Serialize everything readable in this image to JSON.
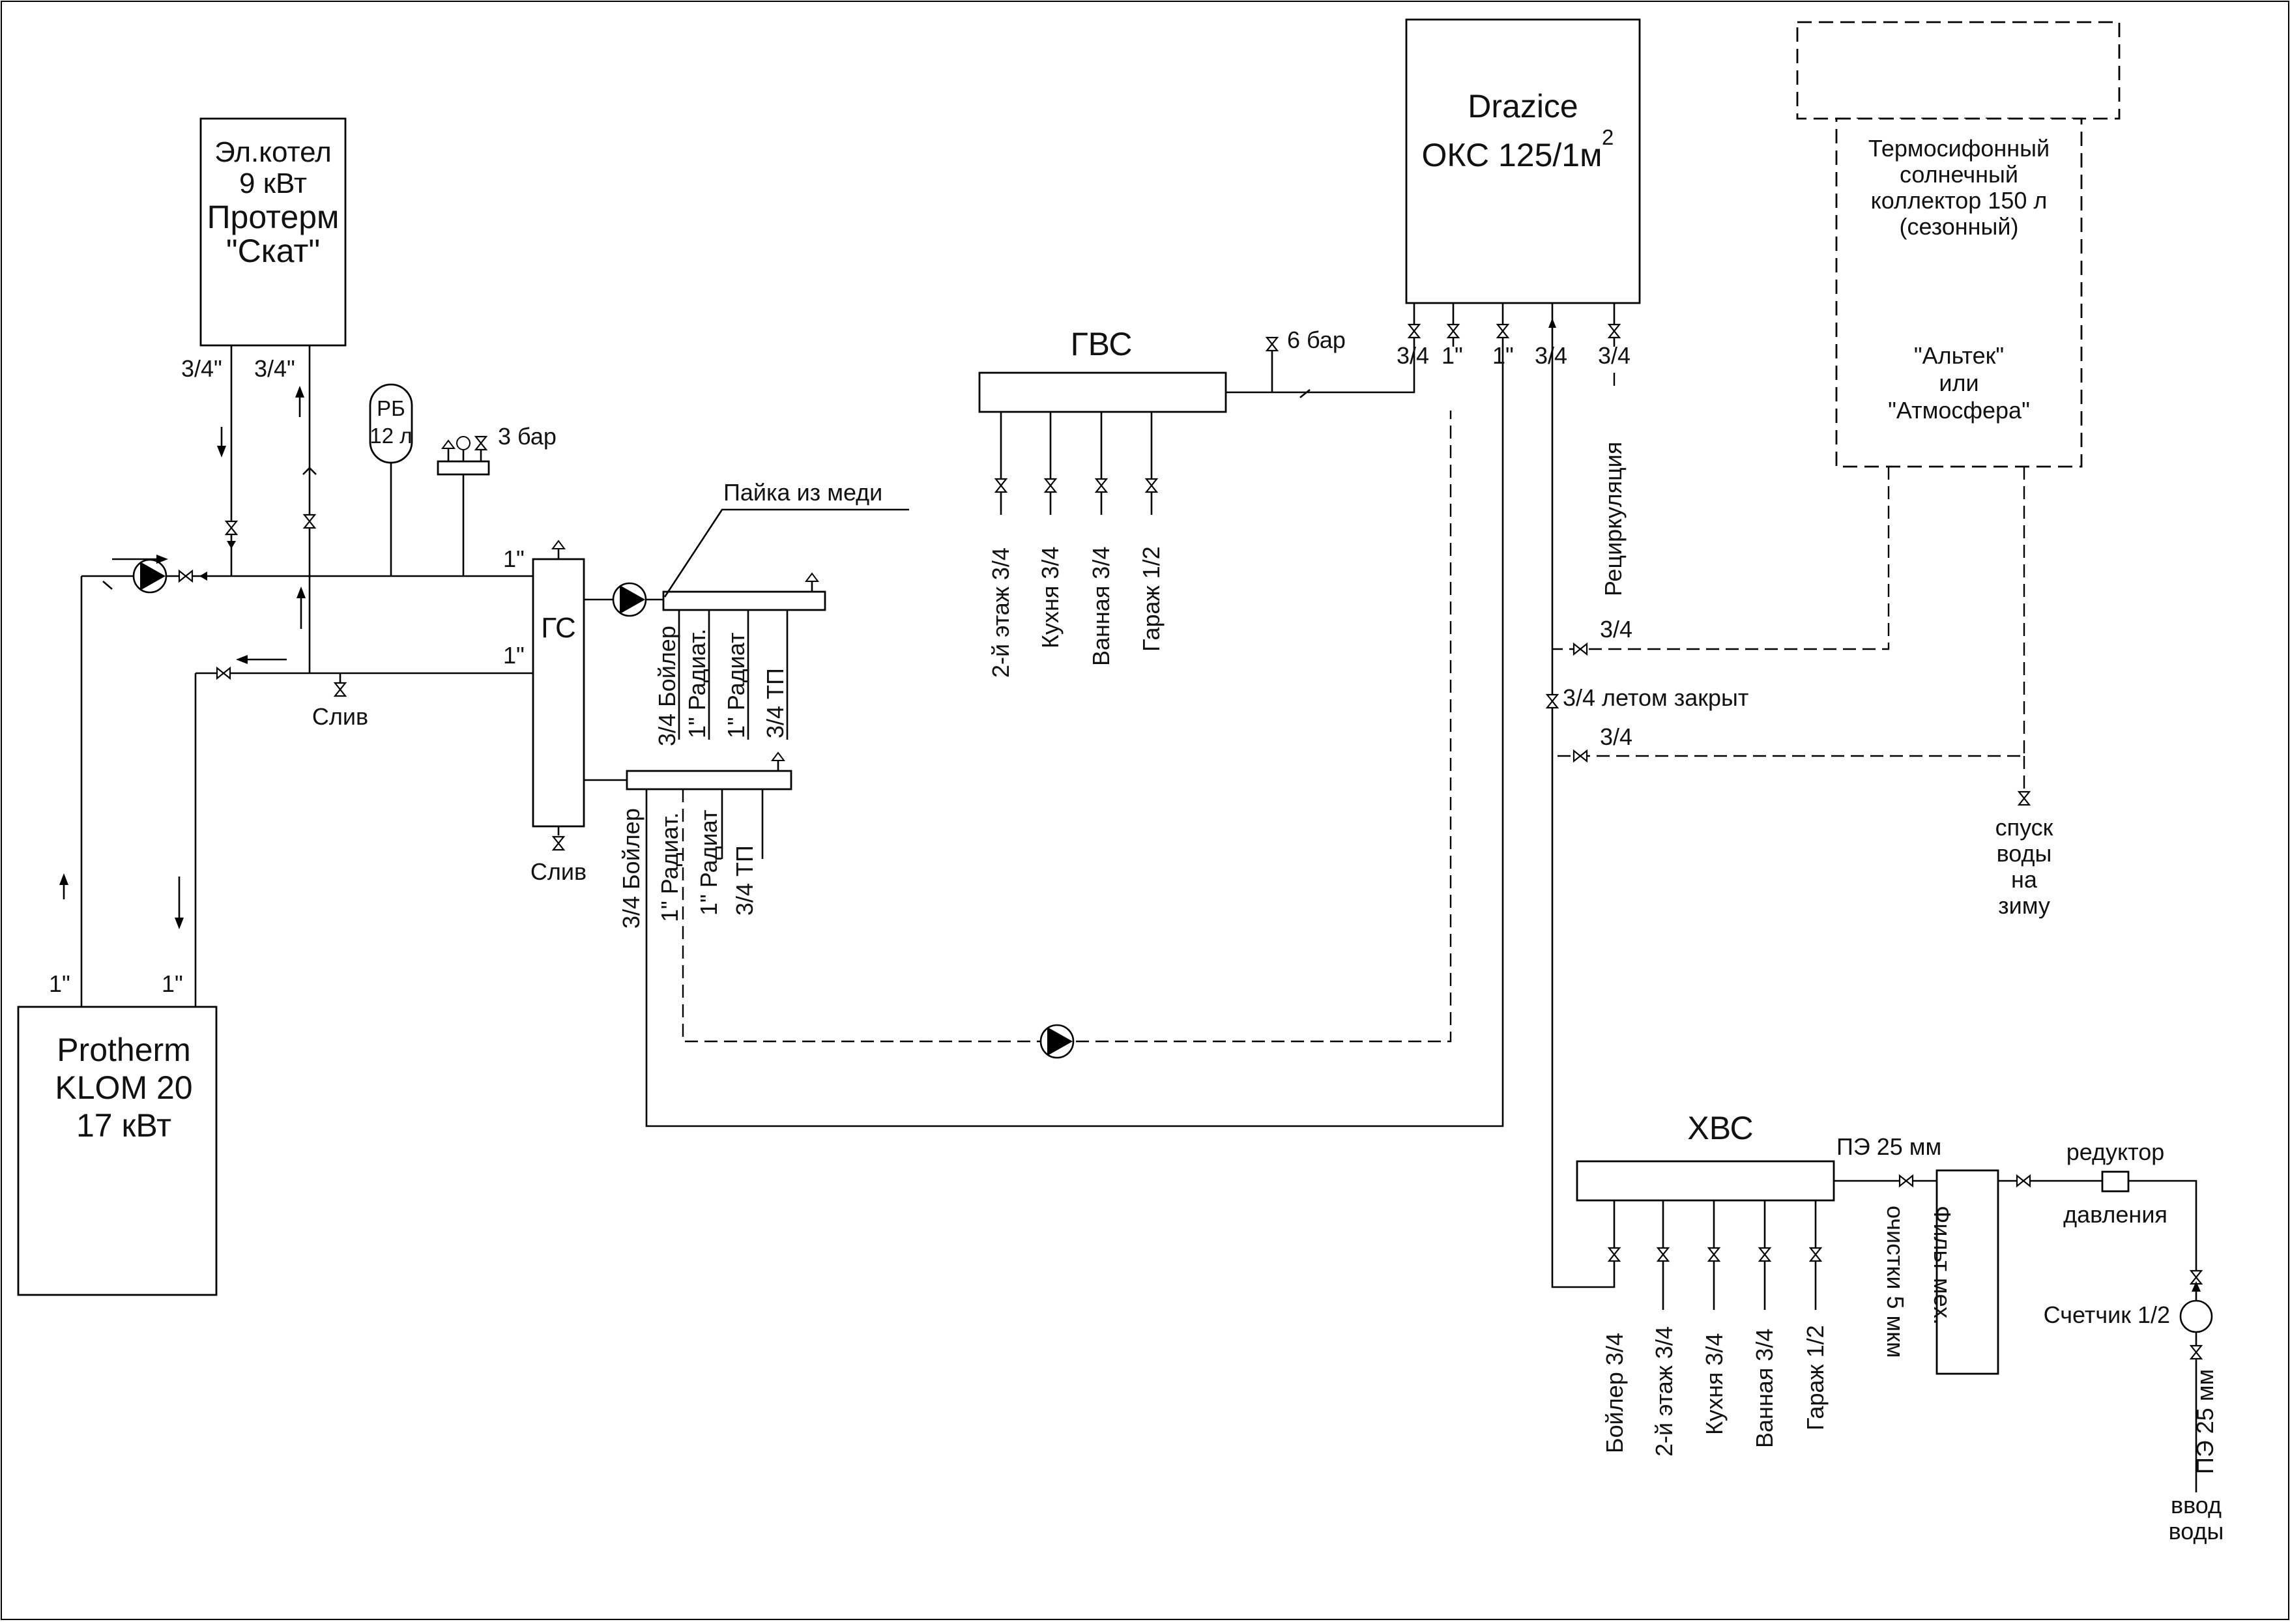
{
  "boiler_electric": {
    "line1": "Эл.котел",
    "line2": "9 кВт",
    "line3": "Протерм",
    "line4": "\"Скат\"",
    "out_left": "3/4\"",
    "out_right": "3/4\""
  },
  "expansion_tank": {
    "label": "РБ",
    "volume": "12 л"
  },
  "safety_group": {
    "pressure": "3 бар"
  },
  "hydro_separator": {
    "label": "ГС",
    "top_size": "1\"",
    "bottom_size": "1\"",
    "drain_label": "Слив"
  },
  "drain_left": {
    "label": "Слив"
  },
  "annotation": {
    "label": "Пайка из меди"
  },
  "manifold_supply": {
    "outlets": [
      "3/4 Бойлер",
      "1\" Радиат.",
      "1\" Радиат",
      "3/4 ТП"
    ]
  },
  "manifold_return": {
    "outlets": [
      "3/4 Бойлер",
      "1\" Радиат.",
      "1\" Радиат",
      "3/4 ТП"
    ]
  },
  "boiler_main": {
    "line1": "Protherm",
    "line2": "KLOM 20",
    "line3": "17 кВт",
    "supply_size": "1\"",
    "return_size": "1\""
  },
  "gvs": {
    "title": "ГВС",
    "pressure": "6 бар",
    "outlets": [
      "2-й этаж 3/4",
      "Кухня 3/4",
      "Ванная 3/4",
      "Гараж 1/2"
    ]
  },
  "water_heater": {
    "line1": "Drazice",
    "line2": "ОКС 125/1м",
    "sup": "2",
    "connections": [
      "3/4",
      "1\"",
      "1\"",
      "3/4",
      "3/4"
    ]
  },
  "solar": {
    "line1": "Термосифонный",
    "line2": "солнечный",
    "line3": "коллектор 150 л",
    "line4": "(сезонный)",
    "brand1": "\"Альтек\"",
    "brand2": "или",
    "brand3": "\"Атмосфера\""
  },
  "recirculation": {
    "label": "Рециркуляция"
  },
  "solar_lines": {
    "upper": "3/4",
    "middle": "3/4 летом закрыт",
    "lower": "3/4",
    "drain_line1": "спуск",
    "drain_line2": "воды",
    "drain_line3": "на",
    "drain_line4": "зиму"
  },
  "hvs": {
    "title": "ХВС",
    "pipe": "ПЭ 25 мм",
    "outlets": [
      "Бойлер 3/4",
      "2-й этаж 3/4",
      "Кухня 3/4",
      "Ванная 3/4",
      "Гараж 1/2"
    ]
  },
  "filter": {
    "line1": "Фильт мех.",
    "line2": "очистки 5 мкм"
  },
  "reducer": {
    "line1": "редуктор",
    "line2": "давления"
  },
  "meter": {
    "label": "Счетчик 1/2"
  },
  "inlet": {
    "pipe": "ПЭ 25 мм",
    "line1": "ввод",
    "line2": "воды"
  }
}
